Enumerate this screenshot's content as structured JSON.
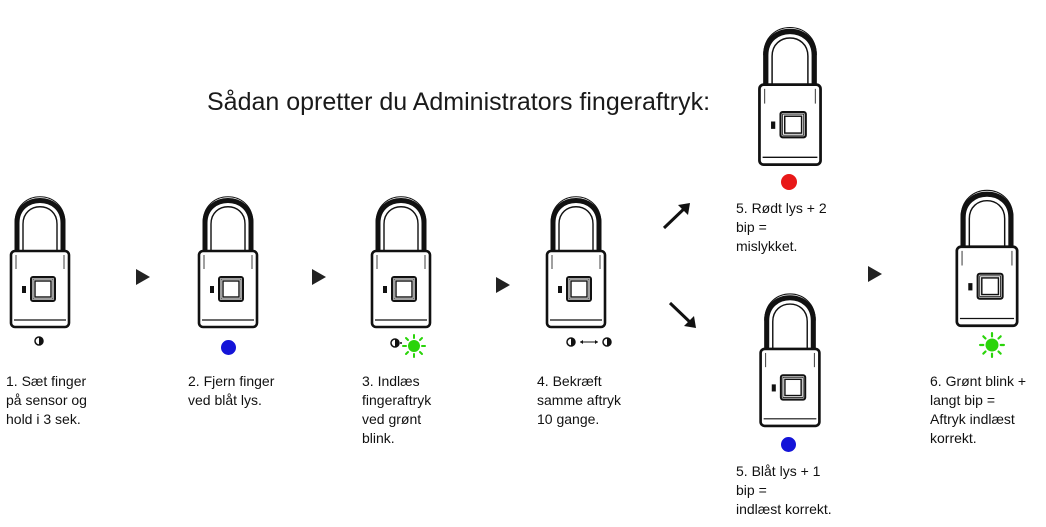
{
  "title": "Sådan opretter du Administrators fingeraftryk:",
  "colors": {
    "blue": "#1414d8",
    "red": "#e81818",
    "green": "#2ad40a",
    "outline": "#1a1a1a"
  },
  "steps": [
    {
      "caption": "1. Sæt finger\npå sensor og\nhold i 3 sek.",
      "indicator": "sensor-icon"
    },
    {
      "caption": "2. Fjern finger\nved blåt lys.",
      "indicator": "blue-light"
    },
    {
      "caption": "3. Indlæs\nfingeraftryk\nved grønt\nblink.",
      "indicator": "green-blink"
    },
    {
      "caption": "4. Bekræft\nsamme aftryk\n10 gange.",
      "indicator": "repeat-icon"
    },
    {
      "caption": "5. Rødt lys + 2\nbip =\nmislykket.",
      "indicator": "red-light"
    },
    {
      "caption": "5. Blåt lys + 1\nbip =\nindlæst korrekt.",
      "indicator": "blue-light"
    },
    {
      "caption": "6. Grønt blink +\nlangt bip =\nAftryk indlæst\nkorrekt.",
      "indicator": "green-blink"
    }
  ]
}
